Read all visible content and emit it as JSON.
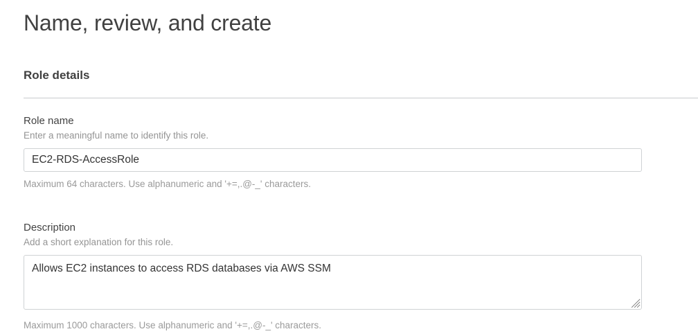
{
  "page": {
    "title": "Name, review, and create"
  },
  "section": {
    "heading": "Role details"
  },
  "fields": {
    "role_name": {
      "label": "Role name",
      "hint": "Enter a meaningful name to identify this role.",
      "value": "EC2-RDS-AccessRole",
      "placeholder": "",
      "constraint": "Maximum 64 characters. Use alphanumeric and '+=,.@-_' characters."
    },
    "description": {
      "label": "Description",
      "hint": "Add a short explanation for this role.",
      "value": "Allows EC2 instances to access RDS databases via AWS SSM",
      "placeholder": "",
      "constraint": "Maximum 1000 characters. Use alphanumeric and '+=,.@-_' characters."
    }
  },
  "icons": {
    "resize_grip": "resize-grip-icon"
  },
  "colors": {
    "background": "#ffffff",
    "title_text": "#414141",
    "heading_text": "#3f3f3f",
    "label_text": "#424242",
    "hint_text": "#949494",
    "constraint_text": "#9a9a9a",
    "input_border": "#cfd2d4",
    "divider": "#c9cbcd",
    "input_value_text": "#333333"
  }
}
